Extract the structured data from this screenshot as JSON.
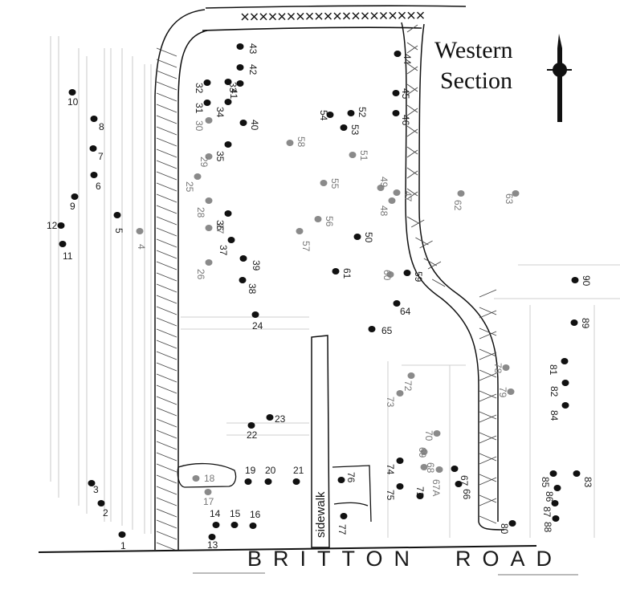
{
  "title": {
    "line1": "Western",
    "line2": "Section"
  },
  "road_name": "BRITTON  ROAD",
  "sidewalk_label": "sidewalk",
  "icons": {
    "compass": "north-arrow-compass-icon",
    "fence": "fence-x-marks"
  },
  "colors": {
    "ink": "#111111",
    "gray_marker": "#8a8a8a",
    "background": "#ffffff"
  },
  "graves": [
    {
      "label": "1",
      "ink": "dark"
    },
    {
      "label": "2",
      "ink": "dark"
    },
    {
      "label": "3",
      "ink": "dark"
    },
    {
      "label": "4",
      "ink": "gray"
    },
    {
      "label": "5",
      "ink": "dark"
    },
    {
      "label": "6",
      "ink": "dark"
    },
    {
      "label": "7",
      "ink": "dark"
    },
    {
      "label": "8",
      "ink": "dark"
    },
    {
      "label": "9",
      "ink": "dark"
    },
    {
      "label": "10",
      "ink": "dark"
    },
    {
      "label": "11",
      "ink": "dark"
    },
    {
      "label": "12",
      "ink": "dark"
    },
    {
      "label": "13",
      "ink": "dark"
    },
    {
      "label": "14",
      "ink": "dark"
    },
    {
      "label": "15",
      "ink": "dark"
    },
    {
      "label": "16",
      "ink": "dark"
    },
    {
      "label": "17",
      "ink": "gray"
    },
    {
      "label": "18",
      "ink": "gray"
    },
    {
      "label": "19",
      "ink": "dark"
    },
    {
      "label": "20",
      "ink": "dark"
    },
    {
      "label": "21",
      "ink": "dark"
    },
    {
      "label": "22",
      "ink": "dark"
    },
    {
      "label": "23",
      "ink": "dark"
    },
    {
      "label": "24",
      "ink": "dark"
    },
    {
      "label": "25",
      "ink": "gray"
    },
    {
      "label": "26",
      "ink": "gray"
    },
    {
      "label": "27",
      "ink": "gray"
    },
    {
      "label": "28",
      "ink": "gray"
    },
    {
      "label": "29",
      "ink": "gray"
    },
    {
      "label": "30",
      "ink": "gray"
    },
    {
      "label": "31",
      "ink": "dark"
    },
    {
      "label": "32",
      "ink": "dark"
    },
    {
      "label": "33",
      "ink": "dark"
    },
    {
      "label": "34",
      "ink": "dark"
    },
    {
      "label": "35",
      "ink": "dark"
    },
    {
      "label": "36",
      "ink": "dark"
    },
    {
      "label": "37",
      "ink": "dark"
    },
    {
      "label": "38",
      "ink": "dark"
    },
    {
      "label": "39",
      "ink": "dark"
    },
    {
      "label": "40",
      "ink": "dark"
    },
    {
      "label": "41",
      "ink": "dark"
    },
    {
      "label": "42",
      "ink": "dark"
    },
    {
      "label": "43",
      "ink": "dark"
    },
    {
      "label": "44",
      "ink": "dark"
    },
    {
      "label": "45",
      "ink": "dark"
    },
    {
      "label": "46",
      "ink": "dark"
    },
    {
      "label": "47",
      "ink": "gray"
    },
    {
      "label": "48",
      "ink": "gray"
    },
    {
      "label": "49",
      "ink": "gray"
    },
    {
      "label": "50",
      "ink": "dark"
    },
    {
      "label": "51",
      "ink": "gray"
    },
    {
      "label": "52",
      "ink": "dark"
    },
    {
      "label": "53",
      "ink": "dark"
    },
    {
      "label": "54",
      "ink": "dark"
    },
    {
      "label": "55",
      "ink": "gray"
    },
    {
      "label": "56",
      "ink": "gray"
    },
    {
      "label": "57",
      "ink": "gray"
    },
    {
      "label": "58",
      "ink": "gray"
    },
    {
      "label": "59",
      "ink": "dark"
    },
    {
      "label": "60",
      "ink": "gray"
    },
    {
      "label": "61",
      "ink": "dark"
    },
    {
      "label": "62",
      "ink": "gray"
    },
    {
      "label": "63",
      "ink": "gray"
    },
    {
      "label": "64",
      "ink": "dark"
    },
    {
      "label": "65",
      "ink": "dark"
    },
    {
      "label": "66",
      "ink": "dark"
    },
    {
      "label": "67",
      "ink": "dark"
    },
    {
      "label": "67A",
      "ink": "gray"
    },
    {
      "label": "68",
      "ink": "gray"
    },
    {
      "label": "69",
      "ink": "gray"
    },
    {
      "label": "70",
      "ink": "gray"
    },
    {
      "label": "71",
      "ink": "dark"
    },
    {
      "label": "72",
      "ink": "gray"
    },
    {
      "label": "73",
      "ink": "gray"
    },
    {
      "label": "74",
      "ink": "dark"
    },
    {
      "label": "75",
      "ink": "dark"
    },
    {
      "label": "76",
      "ink": "dark"
    },
    {
      "label": "77",
      "ink": "dark"
    },
    {
      "label": "78",
      "ink": "gray"
    },
    {
      "label": "79",
      "ink": "gray"
    },
    {
      "label": "80",
      "ink": "dark"
    },
    {
      "label": "81",
      "ink": "dark"
    },
    {
      "label": "82",
      "ink": "dark"
    },
    {
      "label": "83",
      "ink": "dark"
    },
    {
      "label": "84",
      "ink": "dark"
    },
    {
      "label": "85",
      "ink": "dark"
    },
    {
      "label": "86",
      "ink": "dark"
    },
    {
      "label": "87",
      "ink": "dark"
    },
    {
      "label": "88",
      "ink": "dark"
    },
    {
      "label": "89",
      "ink": "dark"
    },
    {
      "label": "90",
      "ink": "dark"
    }
  ]
}
